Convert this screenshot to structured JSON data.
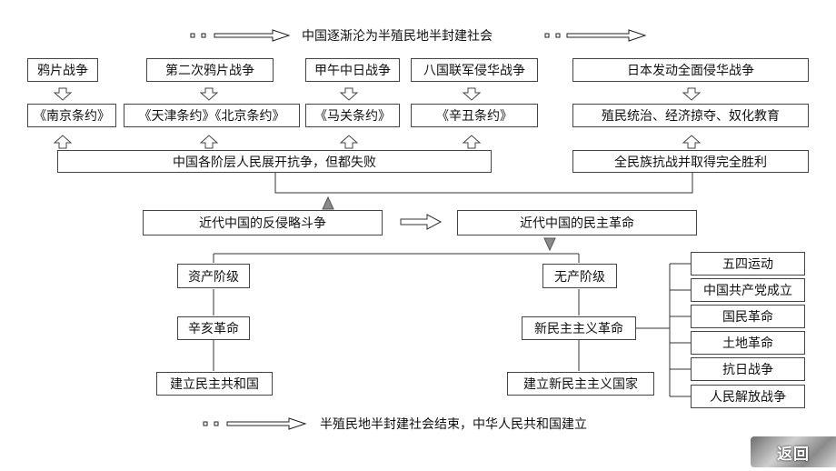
{
  "title": "中国逐渐沦为半殖民地半封建社会",
  "footer": "半殖民地半封建社会结束，中华人民共和国建立",
  "back_label": "返回",
  "wars": [
    "鸦片战争",
    "第二次鸦片战争",
    "甲午中日战争",
    "八国联军侵华战争",
    "日本发动全面侵华战争"
  ],
  "treaties": [
    "《南京条约》",
    "《天津条约》《北京条约》",
    "《马关条约》",
    "《辛丑条约》",
    "殖民统治、经济掠夺、奴化教育"
  ],
  "resistance_failed": "中国各阶层人民展开抗争，但都失败",
  "resistance_victory": "全民族抗战并取得完全胜利",
  "anti_aggression": "近代中国的反侵略斗争",
  "democratic_revolution": "近代中国的民主革命",
  "bourgeoisie": {
    "class_label": "资产阶级",
    "revolution": "辛亥革命",
    "result": "建立民主共和国"
  },
  "proletariat": {
    "class_label": "无产阶级",
    "revolution": "新民主主义革命",
    "result": "建立新民主主义国家",
    "events": [
      "五四运动",
      "中国共产党成立",
      "国民革命",
      "土地革命",
      "抗日战争",
      "人民解放战争"
    ]
  }
}
